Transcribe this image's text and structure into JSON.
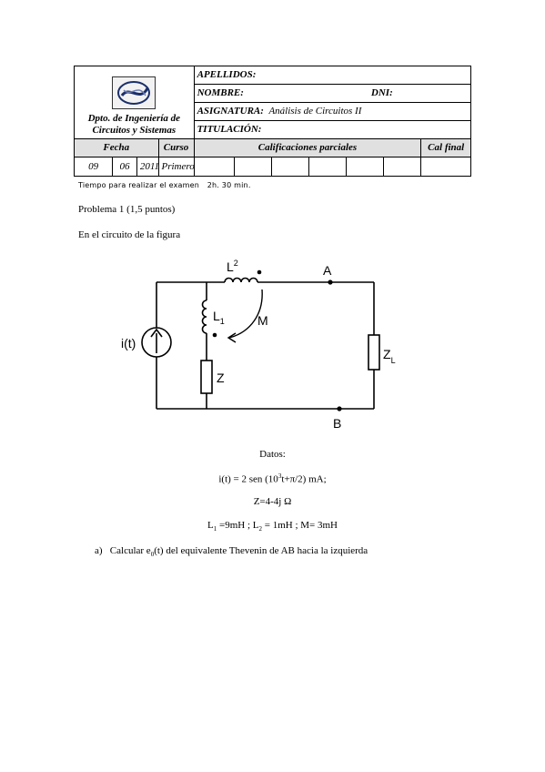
{
  "header": {
    "dept_line1": "Dpto. de Ingeniería de",
    "dept_line2": "Circuitos y Sistemas",
    "apellidos_label": "APELLIDOS:",
    "nombre_label": "NOMBRE:",
    "dni_label": "DNI:",
    "asignatura_label": "ASIGNATURA:",
    "asignatura_value": "Análisis de Circuitos II",
    "titulacion_label": "TITULACIÓN:",
    "fecha_label": "Fecha",
    "curso_label": "Curso",
    "calificaciones_label": "Calificaciones parciales",
    "cal_final_label": "Cal final",
    "day": "09",
    "month": "06",
    "year": "2011",
    "curso_value": "Primero"
  },
  "time_note": {
    "label": "Tiempo para realizar el examen",
    "value": "2h. 30 min."
  },
  "problem": {
    "title": "Problema 1 (1,5 puntos)",
    "intro": "En el circuito de la figura"
  },
  "circuit": {
    "source_label": "i(t)",
    "l2_label": "L",
    "l2_sub": "2",
    "l1_label": "L",
    "l1_sub": "1",
    "m_label": "M",
    "z_label": "Z",
    "zl_label": "Z",
    "zl_sub": "L",
    "a_label": "A",
    "b_label": "B"
  },
  "datos": {
    "title": "Datos:",
    "current_pre": "i(t) = 2 sen (10",
    "current_exp": "3",
    "current_post": "t+π/2) mA;",
    "z": "Z=4-4j  Ω",
    "l1": "L",
    "l1_sub": "1",
    "l1_val": " =9mH ; ",
    "l2": "L",
    "l2_sub": "2",
    "l2_val": " = 1mH ; M= 3mH"
  },
  "question": {
    "marker": "a)",
    "text_pre": "Calcular e",
    "text_sub": "0",
    "text_post": "(t) del equivalente Thevenin de AB hacia la izquierda"
  }
}
